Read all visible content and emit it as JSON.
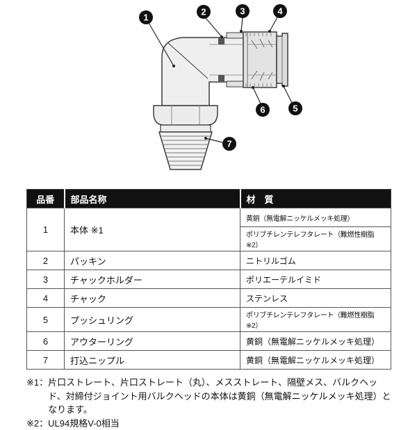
{
  "diagram": {
    "callouts": [
      {
        "number": "1"
      },
      {
        "number": "2"
      },
      {
        "number": "3"
      },
      {
        "number": "4"
      },
      {
        "number": "5"
      },
      {
        "number": "6"
      },
      {
        "number": "7"
      }
    ]
  },
  "table": {
    "headers": {
      "no": "品番",
      "name": "部品名称",
      "material": "材　質"
    },
    "rows": [
      {
        "no": "1",
        "name": "本体 ※1",
        "materials": [
          "黄銅（無電解ニッケルメッキ処理）",
          "ポリブチレンテレフタレート（難燃性樹脂※2）"
        ]
      },
      {
        "no": "2",
        "name": "パッキン",
        "material": "ニトリルゴム"
      },
      {
        "no": "3",
        "name": "チャックホルダー",
        "material": "ポリエーテルイミド"
      },
      {
        "no": "4",
        "name": "チャック",
        "material": "ステンレス"
      },
      {
        "no": "5",
        "name": "プッシュリング",
        "material": "ポリブチレンテレフタレート（難燃性樹脂※2）"
      },
      {
        "no": "6",
        "name": "アウターリング",
        "material": "黄銅（無電解ニッケルメッキ処理）"
      },
      {
        "no": "7",
        "name": "打込ニップル",
        "material": "黄銅（無電解ニッケルメッキ処理）"
      }
    ]
  },
  "footnotes": [
    {
      "marker": "※1：",
      "text": "片口ストレート、片口ストレート（丸）、メスストレート、隔壁メス、バルクヘッド、対締付ジョイント用バルクヘッドの本体は黄銅（無電解ニッケルメッキ処理）となります。"
    },
    {
      "marker": "※2：",
      "text": "UL94規格V-0相当"
    }
  ],
  "colors": {
    "table_header_bg": "#111111",
    "table_header_text": "#ffffff",
    "line_color": "#3c3c3c"
  }
}
